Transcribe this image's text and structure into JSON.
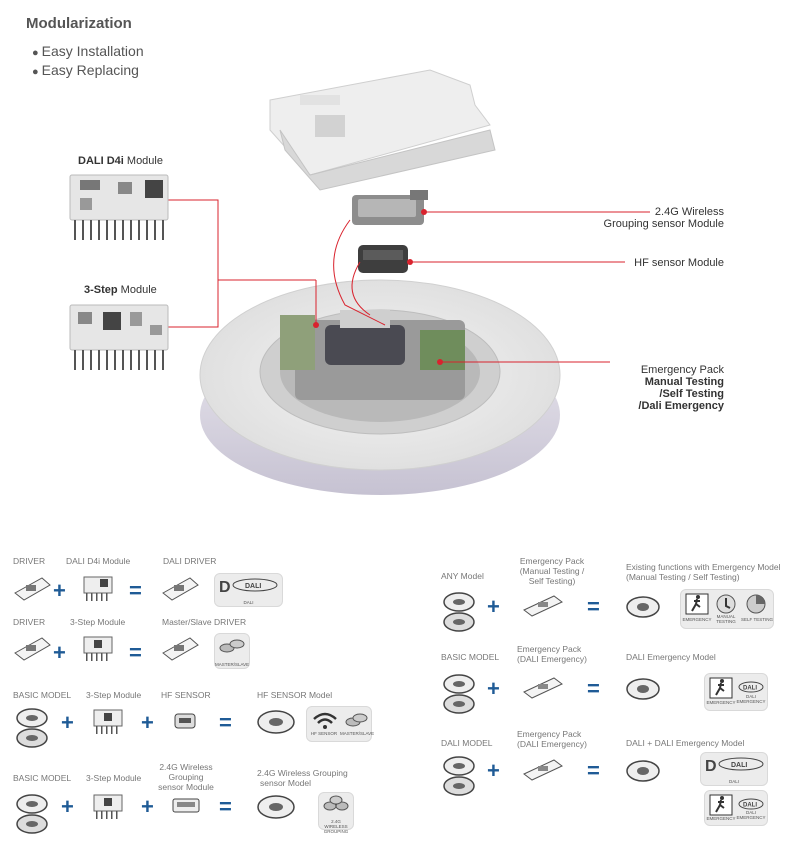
{
  "header": {
    "title": "Modularization",
    "bullets": [
      "Easy Installation",
      "Easy Replacing"
    ]
  },
  "diagram": {
    "dali_module": {
      "bold": "DALI D4i",
      "rest": " Module"
    },
    "step_module": {
      "bold": "3-Step",
      "rest": " Module"
    },
    "wireless_callout": [
      "2.4G Wireless",
      "Grouping sensor Module"
    ],
    "hf_callout": "HF sensor Module",
    "emergency_callout": {
      "line1": "Emergency  Pack",
      "lines_bold": [
        "Manual Testing",
        "/Self Testing",
        "/Dali Emergency"
      ]
    }
  },
  "combos_left": [
    {
      "labels": [
        "DRIVER",
        "DALI D4i Module",
        "DALI DRIVER"
      ],
      "badge": [
        "DALI"
      ]
    },
    {
      "labels": [
        "DRIVER",
        "3-Step Module",
        "Master/Slave DRIVER"
      ],
      "badge": [
        "MASTER/SLAVE"
      ]
    },
    {
      "labels": [
        "BASIC MODEL",
        "3-Step Module",
        "HF SENSOR",
        "HF SENSOR Model"
      ],
      "badge": [
        "HF SENSOR",
        "MASTER/SLAVE"
      ]
    },
    {
      "labels": [
        "BASIC MODEL",
        "3-Step Module",
        "2.4G Wireless",
        "Grouping",
        "sensor Module",
        "2.4G Wireless Grouping",
        "sensor Model"
      ],
      "badge": [
        "2.4G WIRELESS",
        "GROUPING"
      ]
    }
  ],
  "combos_right": [
    {
      "labels": [
        "ANY Model",
        "Emergency Pack",
        "(Manual Testing /",
        "Self Testing)",
        "Existing functions with Emergency Model",
        "(Manual Testing / Self Testing)"
      ],
      "badge": [
        "EMERGENCY",
        "MANUAL",
        "TESTING",
        "SELF TESTING"
      ]
    },
    {
      "labels": [
        "BASIC MODEL",
        "Emergency Pack",
        "(DALI Emergency)",
        "DALI Emergency Model"
      ],
      "badge": [
        "EMERGENCY",
        "DALI",
        "EMERGENCY"
      ]
    },
    {
      "labels": [
        "DALI MODEL",
        "Emergency Pack",
        "(DALI Emergency)",
        "DALI + DALI Emergency Model"
      ],
      "badge": [
        "DALI",
        "EMERGENCY",
        "DALI",
        "EMERGENCY"
      ]
    }
  ],
  "operators": {
    "plus": "+",
    "equals": "="
  },
  "colors": {
    "accent": "#d9232e",
    "operator": "#1f5b96"
  }
}
